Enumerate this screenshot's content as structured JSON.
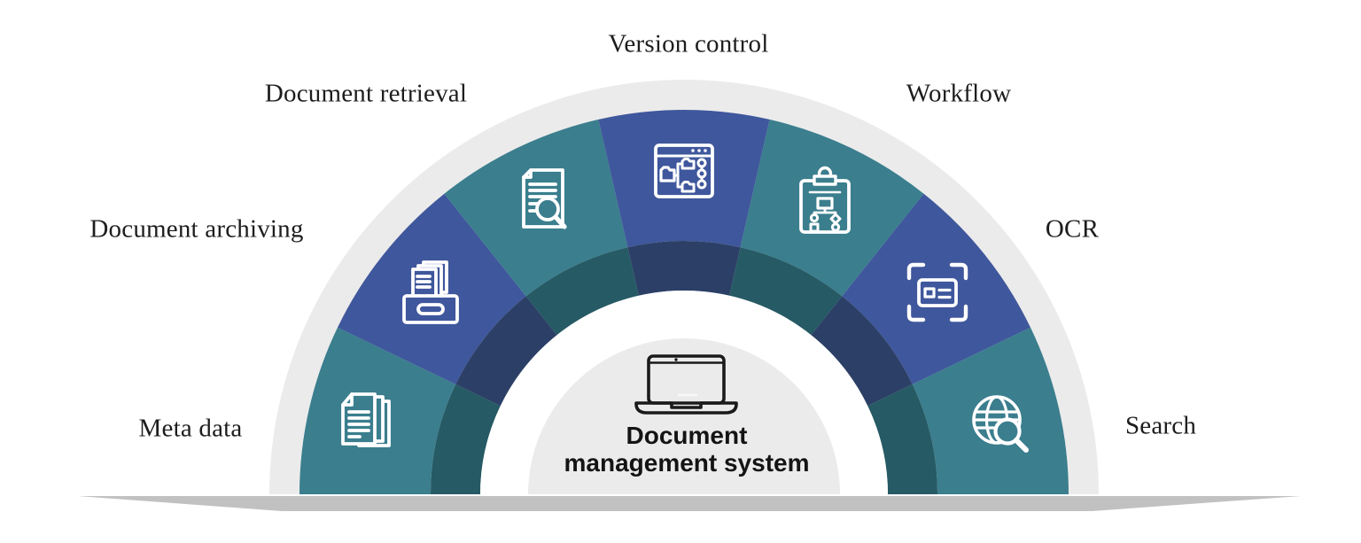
{
  "center": {
    "icon": "laptop-icon",
    "title_line1": "Document",
    "title_line2": "management system"
  },
  "segments": [
    {
      "id": "meta-data",
      "label": "Meta data",
      "icon": "stacked-documents-icon",
      "color": "#3B7E8E",
      "dark": "#265A64"
    },
    {
      "id": "document-archiving",
      "label": "Document archiving",
      "icon": "archive-drawer-icon",
      "color": "#3F579C",
      "dark": "#2C4067"
    },
    {
      "id": "document-retrieval",
      "label": "Document retrieval",
      "icon": "document-magnifier-icon",
      "color": "#3B7E8E",
      "dark": "#265A64"
    },
    {
      "id": "version-control",
      "label": "Version control",
      "icon": "window-branch-icon",
      "color": "#3F579C",
      "dark": "#2C4067"
    },
    {
      "id": "workflow",
      "label": "Workflow",
      "icon": "clipboard-flowchart-icon",
      "color": "#3B7E8E",
      "dark": "#265A64"
    },
    {
      "id": "ocr",
      "label": "OCR",
      "icon": "scan-card-icon",
      "color": "#3F579C",
      "dark": "#2C4067"
    },
    {
      "id": "search",
      "label": "Search",
      "icon": "globe-magnifier-icon",
      "color": "#3B7E8E",
      "dark": "#265A64"
    }
  ],
  "colors": {
    "teal": "#3B7E8E",
    "blue": "#3F579C",
    "dark_teal": "#265A64",
    "dark_navy": "#2C4067",
    "ring_gray": "#EBEBEB",
    "center_gray": "#EBEBEB",
    "ground_bar": "#C1C1C1",
    "label_text": "#1D1D1D",
    "icon_stroke": "#FFFFFF",
    "laptop_stroke": "#1A1A1A"
  }
}
